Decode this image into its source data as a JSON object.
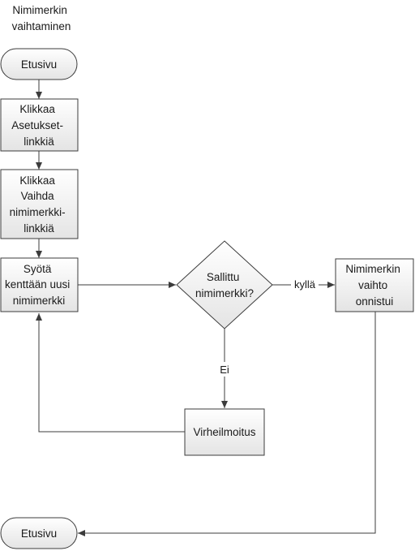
{
  "title_lines": [
    "Nimimerkin",
    "vaihtaminen"
  ],
  "nodes": {
    "start": {
      "lines": [
        "Etusivu"
      ]
    },
    "click_settings": {
      "lines": [
        "Klikkaa",
        "Asetukset-",
        "linkkiä"
      ]
    },
    "click_change": {
      "lines": [
        "Klikkaa",
        "Vaihda",
        "nimimerkki-",
        "linkkiä"
      ]
    },
    "enter_nick": {
      "lines": [
        "Syötä",
        "kenttään uusi",
        "nimimerkki"
      ]
    },
    "allowed": {
      "lines": [
        "Sallittu",
        "nimimerkki?"
      ]
    },
    "success": {
      "lines": [
        "Nimimerkin",
        "vaihto",
        "onnistui"
      ]
    },
    "error": {
      "lines": [
        "Virheilmoitus"
      ]
    },
    "end": {
      "lines": [
        "Etusivu"
      ]
    }
  },
  "edge_labels": {
    "yes": "kyllä",
    "no": "Ei"
  }
}
